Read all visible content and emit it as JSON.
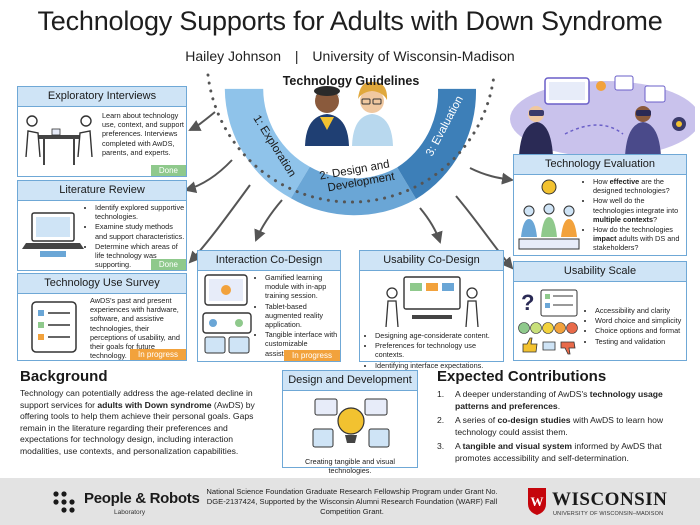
{
  "poster": {
    "title": "Technology Supports for Adults with Down Syndrome",
    "author": "Hailey Johnson",
    "separator": "|",
    "institution": "University of Wisconsin-Madison"
  },
  "guidelines": {
    "title": "Technology Guidelines",
    "phases": [
      "1: Exploration",
      "2: Design and Development",
      "3: Evaluation"
    ]
  },
  "exploratory": {
    "title": "Exploratory Interviews",
    "text": "Learn about technology use, context, and support preferences. Interviews completed with AwDS, parents, and experts.",
    "status": "Done"
  },
  "literature": {
    "title": "Literature Review",
    "items": [
      "Identify explored supportive technologies.",
      "Examine study methods and support characteristics.",
      "Determine which areas of life technology was supporting."
    ],
    "status": "Done"
  },
  "survey": {
    "title": "Technology Use Survey",
    "text": "AwDS's past and present experiences with hardware, software, and assistive technologies, their perceptions of usability, and their goals for future technology.",
    "status": "In progress"
  },
  "interaction": {
    "title": "Interaction Co-Design",
    "items": [
      "Gamified learning module with in-app training session.",
      "Tablet-based augmented reality application.",
      "Tangible interface with customizable assistance."
    ],
    "status": "In progress"
  },
  "usability_codesign": {
    "title": "Usability Co-Design",
    "items": [
      "Designing age-considerate content.",
      "Preferences for technology use contexts.",
      "Identifying interface expectations."
    ]
  },
  "design_dev": {
    "title": "Design and Development",
    "caption": "Creating tangible and visual technologies."
  },
  "evaluation": {
    "title": "Technology Evaluation",
    "items": [
      [
        "How ",
        "effective",
        " are the designed technologies?"
      ],
      [
        "How well do the technologies integrate into ",
        "multiple contexts",
        "?"
      ],
      [
        "How do the technologies ",
        "impact",
        " adults with DS and stakeholders?"
      ]
    ]
  },
  "usability_scale": {
    "title": "Usability Scale",
    "items": [
      "Accessibility and clarity",
      "Word choice and simplicity",
      "Choice options and format",
      "Testing and validation"
    ]
  },
  "background": {
    "title": "Background",
    "parts": [
      "Technology can potentially address the age-related decline in support services for ",
      "adults with Down syndrome",
      " (AwDS) by offering tools to help them achieve their personal goals. Gaps remain in the literature regarding their preferences and expectations for technology design, including interaction modalities, use contexts, and personalization capabilities."
    ]
  },
  "contributions": {
    "title": "Expected Contributions",
    "items": [
      [
        "A deeper understanding of AwDS's ",
        "technology usage patterns and preferences",
        "."
      ],
      [
        "A series of ",
        "co-design studies",
        " with AwDS to learn how technology could assist them."
      ],
      [
        "A ",
        "tangible and visual system",
        " informed by AwDS that promotes accessibility and self-determination."
      ]
    ]
  },
  "footer": {
    "lab_name": "People & Robots",
    "lab_sub": "Laboratory",
    "funding": "National Science Foundation Graduate Research Fellowship Program under Grant No. DGE-2137424, Supported by the Wisconsin Alumni Research Foundation (WARF) Fall Competition Grant.",
    "uw_name": "WISCONSIN",
    "uw_sub": "UNIVERSITY OF WISCONSIN–MADISON",
    "uw_crest": "W"
  },
  "colors": {
    "card_border": "#6fa8d6",
    "card_header": "#cfe4f6",
    "done": "#8fc98c",
    "in_progress": "#f2a23c",
    "arc_light": "#8fc3ea",
    "arc_mid": "#6aa6d6",
    "arc_dark": "#3d7fb8",
    "footer_bg": "#e3e3e3",
    "uw_red": "#c5050c"
  },
  "icons": [
    "connector-dot",
    "arrow",
    "emoji-scale",
    "thumbs-up-icon",
    "thumbs-down-icon",
    "lab-logo-icon",
    "uw-crest-icon"
  ]
}
